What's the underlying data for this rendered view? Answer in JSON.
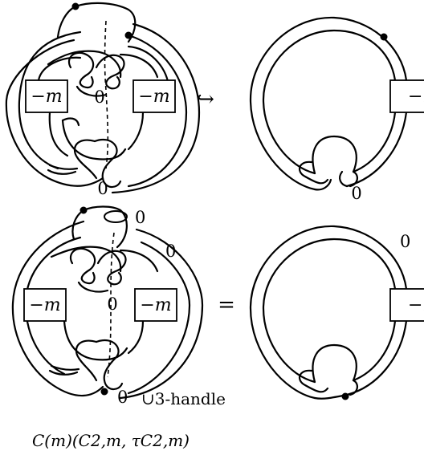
{
  "top_row": {
    "left_box_label": "−m",
    "right_box_label": "−m",
    "inner_framing": "0",
    "bottom_framing": "0",
    "arrow": "↪",
    "result_box_label": "−m",
    "result_framing": "0"
  },
  "bottom_row": {
    "left_box_label": "−m",
    "right_box_label": "−m",
    "top_small_framing": "0",
    "top_right_framing": "0",
    "inner_framing": "0",
    "bottom_framing": "0",
    "handle_note": "∪3-handle",
    "equals": "=",
    "result_box_label": "−m",
    "result_framing": "0"
  },
  "caption": "C(m)(C2,m, τC2,m)"
}
